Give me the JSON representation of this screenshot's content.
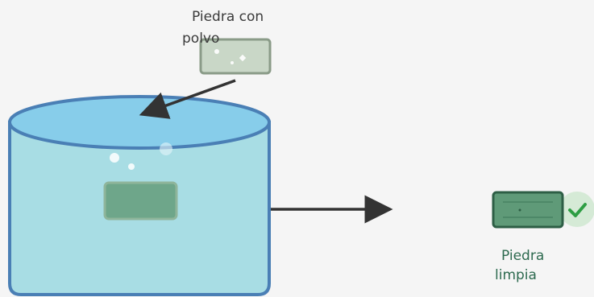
{
  "labels": {
    "dusty_line1": "Piedra con",
    "dusty_line2": "polvo",
    "clean_line1": "Piedra",
    "clean_line2": "limpia"
  },
  "icons": {
    "dusty_stone": "dusty-stone-icon",
    "submerged_stone": "submerged-stone-icon",
    "clean_stone": "clean-stone-icon",
    "check": "check-icon",
    "bubble": "bubble-icon",
    "arrow": "arrow-icon"
  },
  "colors": {
    "background": "#f5f5f5",
    "water_surface": "#87cdea",
    "water_body": "#a8dde4",
    "bucket_outline": "#4a7fb5",
    "dusty_stone_fill": "#c9d7c7",
    "dusty_stone_stroke": "#8a9b88",
    "submerged_stone_fill": "#6ea68a",
    "clean_stone_fill": "#5f9a78",
    "clean_stone_stroke": "#2d5e45",
    "check_color": "#2e9e44",
    "check_bg": "#cfe8d0",
    "arrow_color": "#333333",
    "label_dusty_color": "#3a3a3a",
    "label_clean_color": "#2d6a4f"
  }
}
